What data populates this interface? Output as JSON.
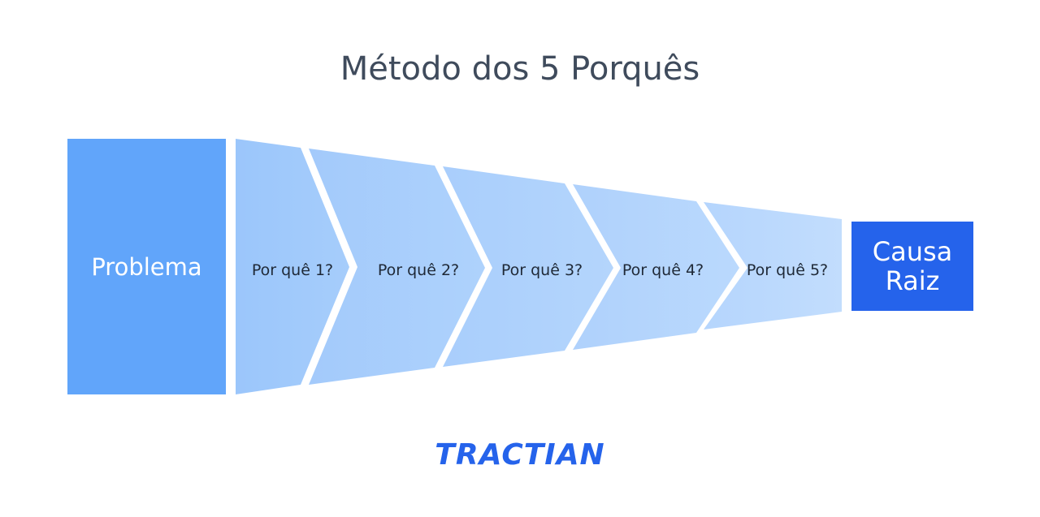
{
  "title": "Método dos 5 Porquês",
  "problem_label": "Problema",
  "root_cause": [
    "Causa",
    "Raiz"
  ],
  "steps": [
    "Por quê 1?",
    "Por quê 2?",
    "Por quê 3?",
    "Por quê 4?",
    "Por quê 5?"
  ],
  "logo": "TRACTIAN",
  "colors": {
    "title": "#3f4b5c",
    "problem": "#61a5fa",
    "root_cause": "#2563eb",
    "steps_gradient": [
      "#9bc6fb",
      "#c0dcfd"
    ],
    "logo": "#2563eb"
  }
}
